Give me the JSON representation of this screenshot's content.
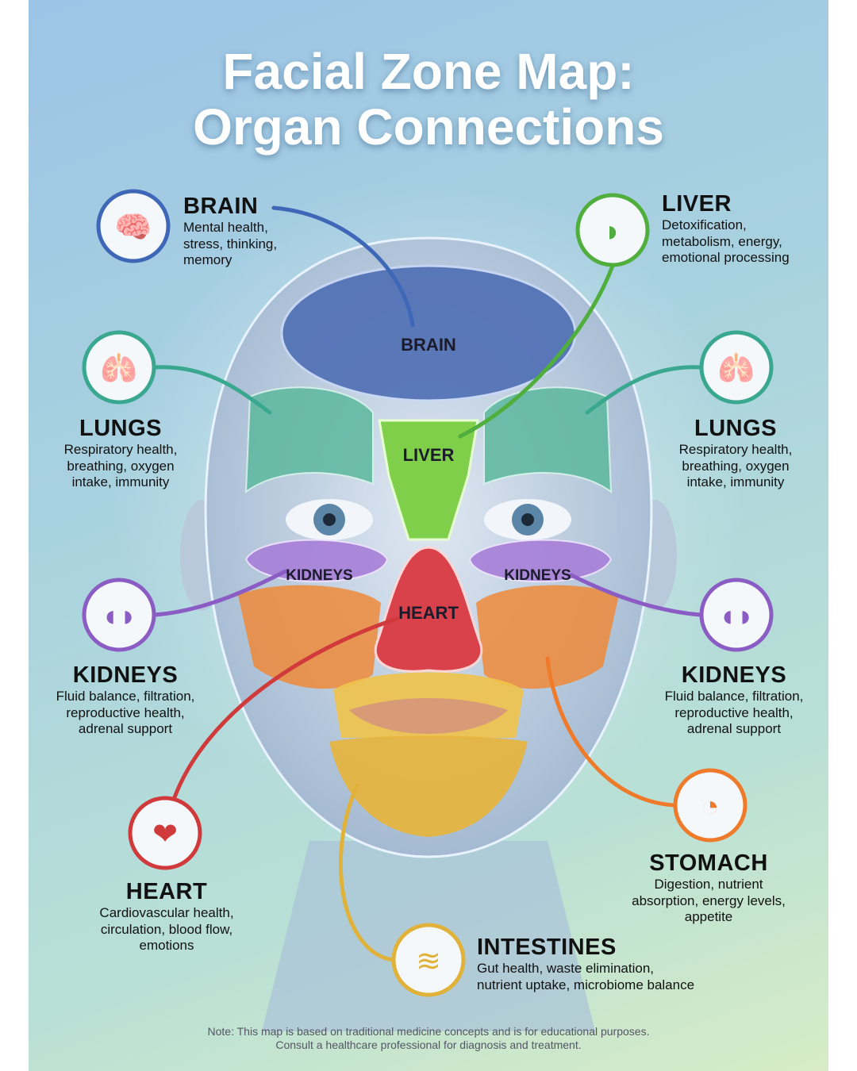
{
  "title": {
    "line1": "Facial Zone Map:",
    "line2": "Organ Connections"
  },
  "zones": {
    "brain": "BRAIN",
    "liver": "LIVER",
    "kidneys_left": "KIDNEYS",
    "kidneys_right": "KIDNEYS",
    "heart": "HEART"
  },
  "organs": {
    "brain": {
      "name": "BRAIN",
      "lines": [
        "Mental health,",
        "stress, thinking,",
        "memory"
      ],
      "icon": "brain-icon",
      "color": "#3f67b8"
    },
    "liver": {
      "name": "LIVER",
      "lines": [
        "Detoxification,",
        "metabolism, energy,",
        "emotional processing"
      ],
      "icon": "liver-icon",
      "color": "#4fae3c"
    },
    "lungs_left": {
      "name": "LUNGS",
      "lines": [
        "Respiratory health,",
        "breathing, oxygen",
        "intake, immunity"
      ],
      "icon": "lungs-icon",
      "color": "#3aa88f"
    },
    "lungs_right": {
      "name": "LUNGS",
      "lines": [
        "Respiratory health,",
        "breathing, oxygen",
        "intake, immunity"
      ],
      "icon": "lungs-icon",
      "color": "#3aa88f"
    },
    "kidneys_left": {
      "name": "KIDNEYS",
      "lines": [
        "Fluid balance, filtration,",
        "reproductive health,",
        "adrenal support"
      ],
      "icon": "kidneys-icon",
      "color": "#8a5cc4"
    },
    "kidneys_right": {
      "name": "KIDNEYS",
      "lines": [
        "Fluid balance, filtration,",
        "reproductive health,",
        "adrenal support"
      ],
      "icon": "kidneys-icon",
      "color": "#8a5cc4"
    },
    "heart": {
      "name": "HEART",
      "lines": [
        "Cardiovascular health,",
        "circulation, blood flow,",
        "emotions"
      ],
      "icon": "heart-icon",
      "color": "#d03a3a"
    },
    "stomach": {
      "name": "STOMACH",
      "lines": [
        "Digestion, nutrient",
        "absorption, energy levels,",
        "appetite"
      ],
      "icon": "stomach-icon",
      "color": "#ee7a2a"
    },
    "intestines": {
      "name": "INTESTINES",
      "lines": [
        "Gut health, waste elimination,",
        "nutrient uptake, microbiome balance"
      ],
      "icon": "intestines-icon",
      "color": "#e0b23a"
    }
  },
  "note": {
    "line1": "Note: This map is based on traditional medicine concepts and is for educational purposes.",
    "line2": "Consult a healthcare professional for diagnosis and treatment."
  }
}
